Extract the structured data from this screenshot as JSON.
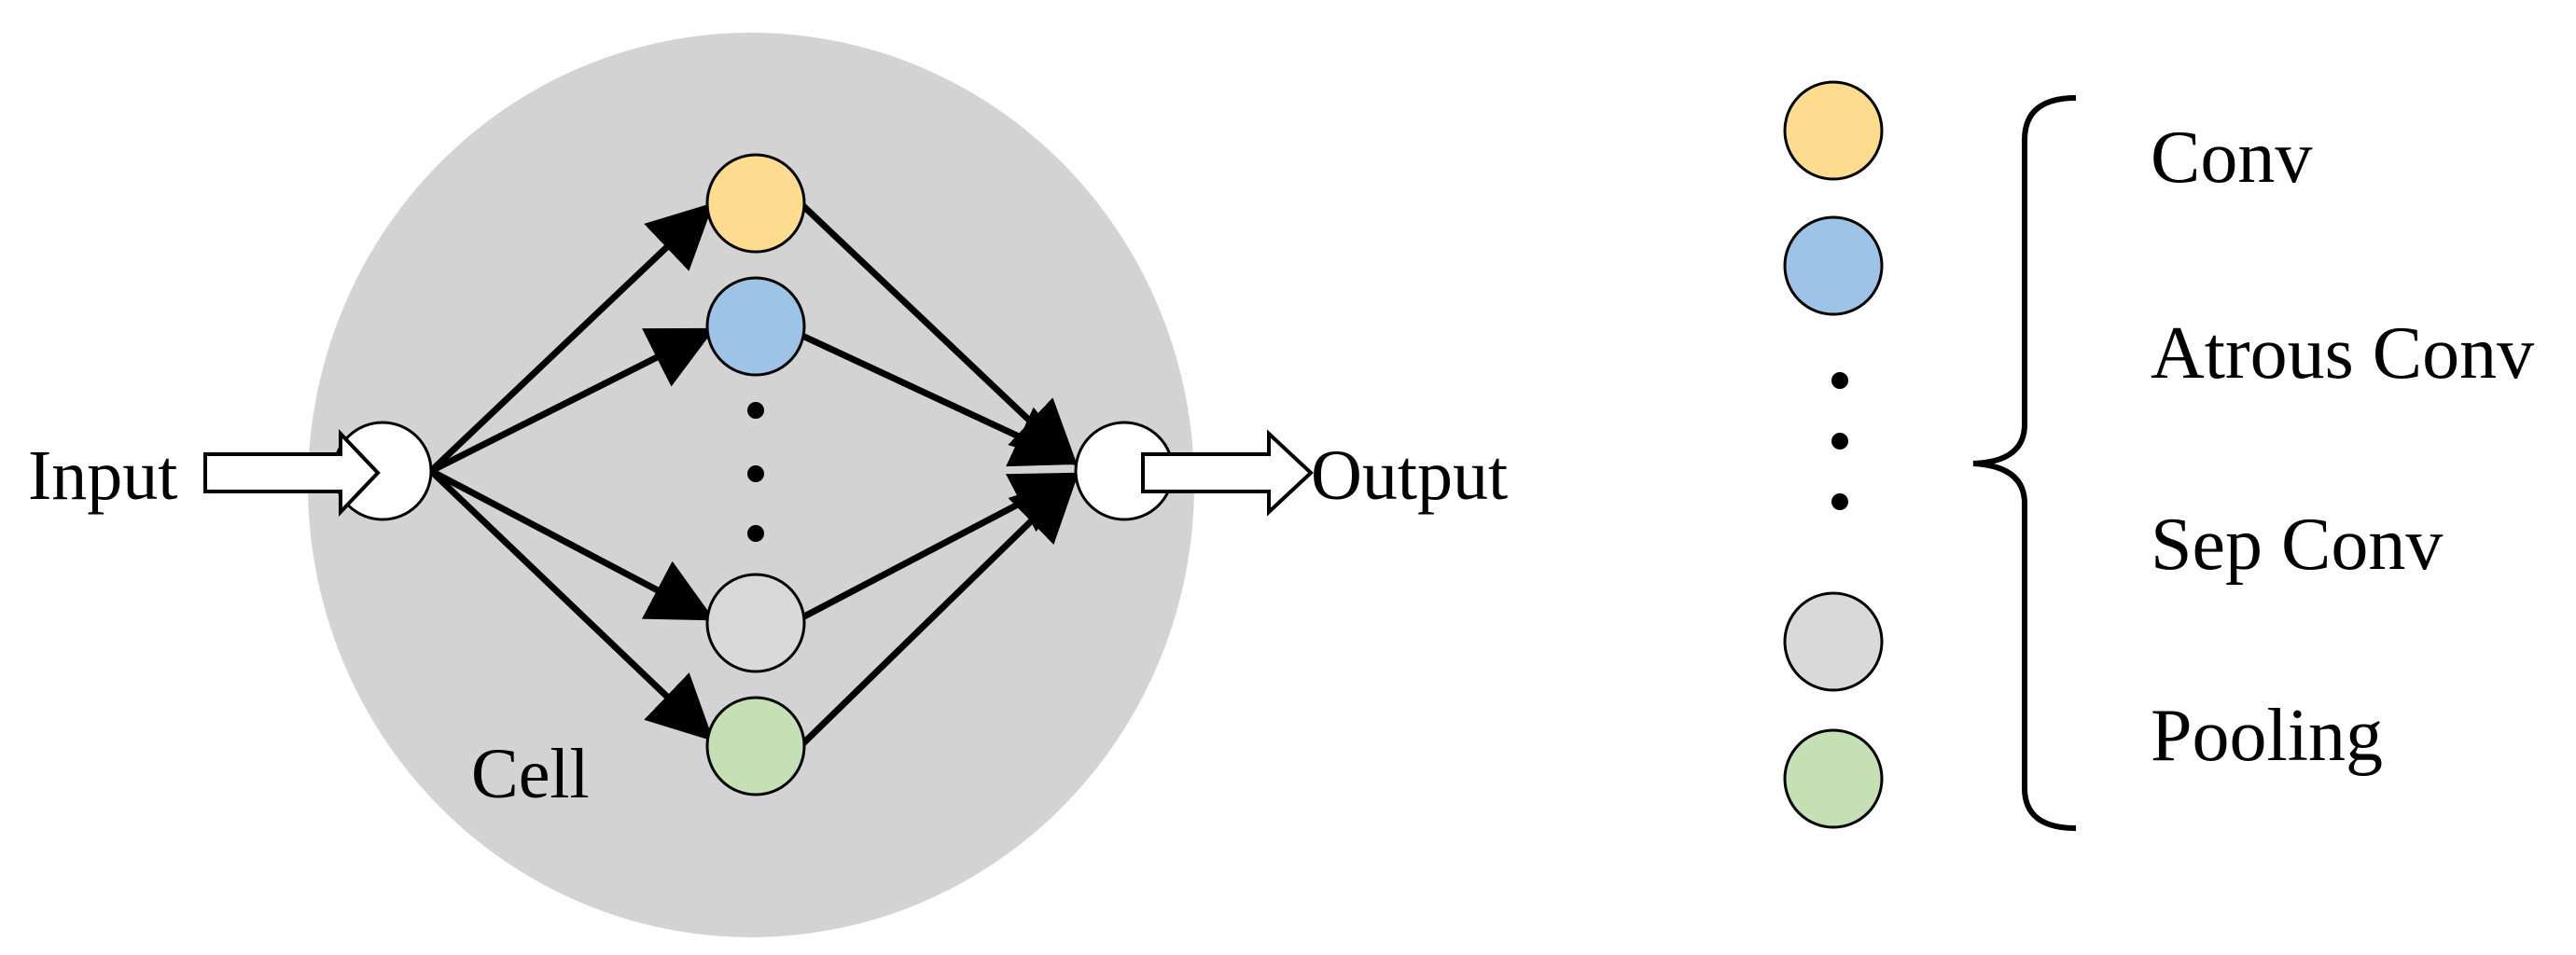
{
  "labels": {
    "input": "Input",
    "output": "Output",
    "cell": "Cell"
  },
  "legend": {
    "items": [
      {
        "label": "Conv",
        "color": "#fddc8f"
      },
      {
        "label": "Atrous Conv",
        "color": "#9dc3e6"
      },
      {
        "label": "Sep Conv",
        "color": "#d9d9d9"
      },
      {
        "label": "Pooling",
        "color": "#c5e0b4"
      }
    ]
  },
  "colors": {
    "cell_background": "#d3d3d3",
    "io_node": "#ffffff",
    "stroke": "#000000"
  }
}
